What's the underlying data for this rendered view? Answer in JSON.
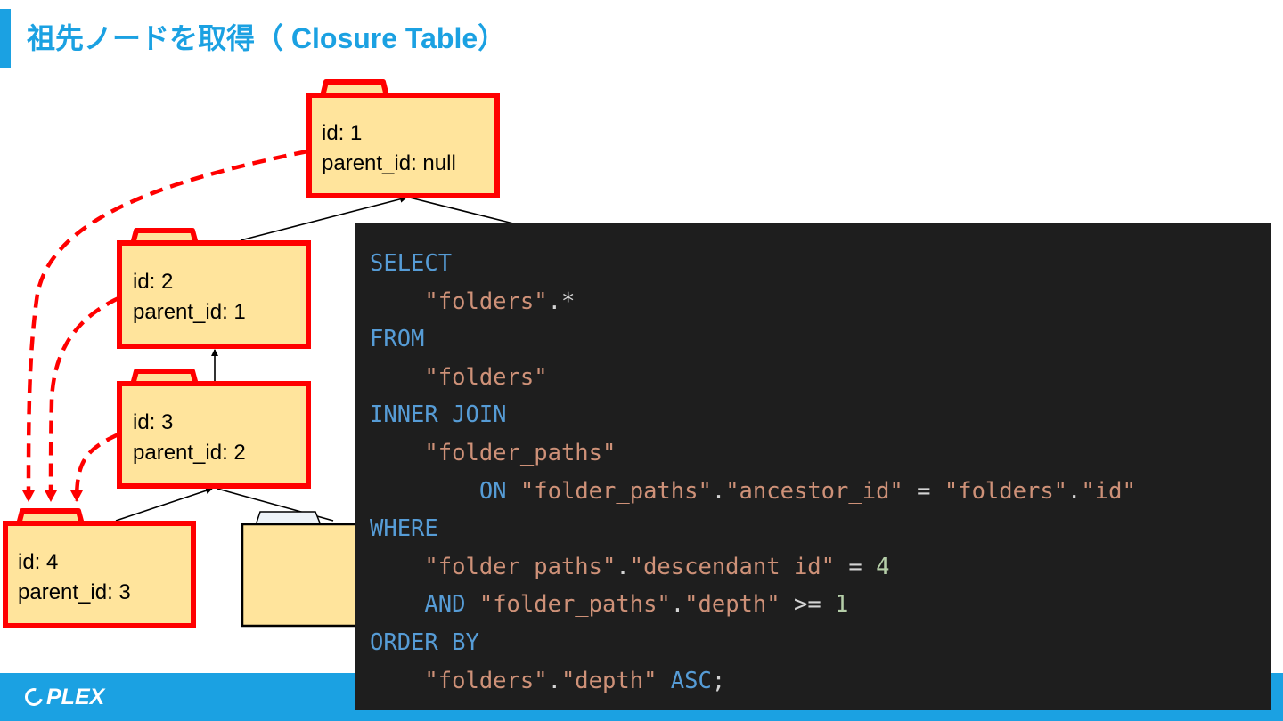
{
  "slide": {
    "title": "祖先ノードを取得（ Closure Table）",
    "logo_text": "PLEX",
    "colors": {
      "accent": "#1ba1e2",
      "highlight": "#ff0000",
      "folder_fill": "#ffe49c",
      "code_bg": "#1e1e1e"
    }
  },
  "tree": {
    "nodes": [
      {
        "id_text": "id: 1",
        "parent_text": "parent_id: null"
      },
      {
        "id_text": "id: 2",
        "parent_text": "parent_id: 1"
      },
      {
        "id_text": "id: 3",
        "parent_text": "parent_id: 2"
      },
      {
        "id_text": "id: 4",
        "parent_text": "parent_id: 3"
      }
    ]
  },
  "code": {
    "language": "sql",
    "lines": [
      [
        {
          "t": "SELECT",
          "k": "kw"
        }
      ],
      [
        {
          "t": "    "
        },
        {
          "t": "\"folders\"",
          "k": "str"
        },
        {
          "t": ".*",
          "k": "pun"
        }
      ],
      [
        {
          "t": "FROM",
          "k": "kw"
        }
      ],
      [
        {
          "t": "    "
        },
        {
          "t": "\"folders\"",
          "k": "str"
        }
      ],
      [
        {
          "t": "INNER JOIN",
          "k": "kw"
        }
      ],
      [
        {
          "t": "    "
        },
        {
          "t": "\"folder_paths\"",
          "k": "str"
        }
      ],
      [
        {
          "t": "        "
        },
        {
          "t": "ON",
          "k": "kw"
        },
        {
          "t": " "
        },
        {
          "t": "\"folder_paths\"",
          "k": "str"
        },
        {
          "t": ".",
          "k": "pun"
        },
        {
          "t": "\"ancestor_id\"",
          "k": "str"
        },
        {
          "t": " = ",
          "k": "pun"
        },
        {
          "t": "\"folders\"",
          "k": "str"
        },
        {
          "t": ".",
          "k": "pun"
        },
        {
          "t": "\"id\"",
          "k": "str"
        }
      ],
      [
        {
          "t": "WHERE",
          "k": "kw"
        }
      ],
      [
        {
          "t": "    "
        },
        {
          "t": "\"folder_paths\"",
          "k": "str"
        },
        {
          "t": ".",
          "k": "pun"
        },
        {
          "t": "\"descendant_id\"",
          "k": "str"
        },
        {
          "t": " = ",
          "k": "pun"
        },
        {
          "t": "4",
          "k": "num"
        }
      ],
      [
        {
          "t": "    "
        },
        {
          "t": "AND",
          "k": "kw"
        },
        {
          "t": " "
        },
        {
          "t": "\"folder_paths\"",
          "k": "str"
        },
        {
          "t": ".",
          "k": "pun"
        },
        {
          "t": "\"depth\"",
          "k": "str"
        },
        {
          "t": " >= ",
          "k": "pun"
        },
        {
          "t": "1",
          "k": "num"
        }
      ],
      [
        {
          "t": "ORDER BY",
          "k": "kw"
        }
      ],
      [
        {
          "t": "    "
        },
        {
          "t": "\"folders\"",
          "k": "str"
        },
        {
          "t": ".",
          "k": "pun"
        },
        {
          "t": "\"depth\"",
          "k": "str"
        },
        {
          "t": " "
        },
        {
          "t": "ASC",
          "k": "kw"
        },
        {
          "t": ";",
          "k": "pun"
        }
      ]
    ]
  }
}
